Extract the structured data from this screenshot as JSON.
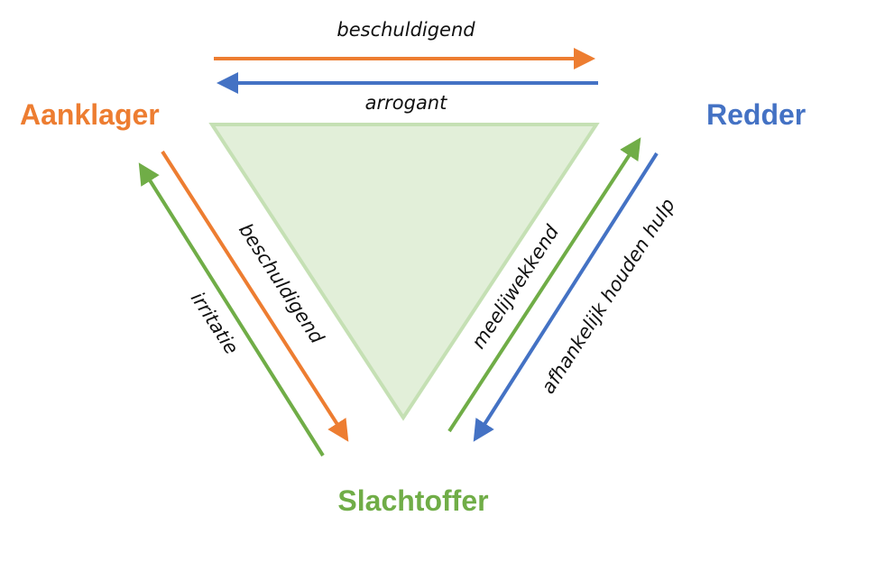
{
  "roles": {
    "accuser": "Aanklager",
    "rescuer": "Redder",
    "victim": "Slachtoffer"
  },
  "edges": {
    "accuser_to_rescuer": "beschuldigend",
    "rescuer_to_accuser": "arrogant",
    "accuser_to_victim": "beschuldigend",
    "victim_to_accuser": "irritatie",
    "victim_to_rescuer": "meelijwekkend",
    "rescuer_to_victim": "afhankelijk houden hulp"
  },
  "colors": {
    "accuser": "#ed7d31",
    "rescuer": "#4472c4",
    "victim": "#70ad47",
    "triangle_fill": "#e2efd9",
    "triangle_stroke": "#c5e0b4"
  }
}
